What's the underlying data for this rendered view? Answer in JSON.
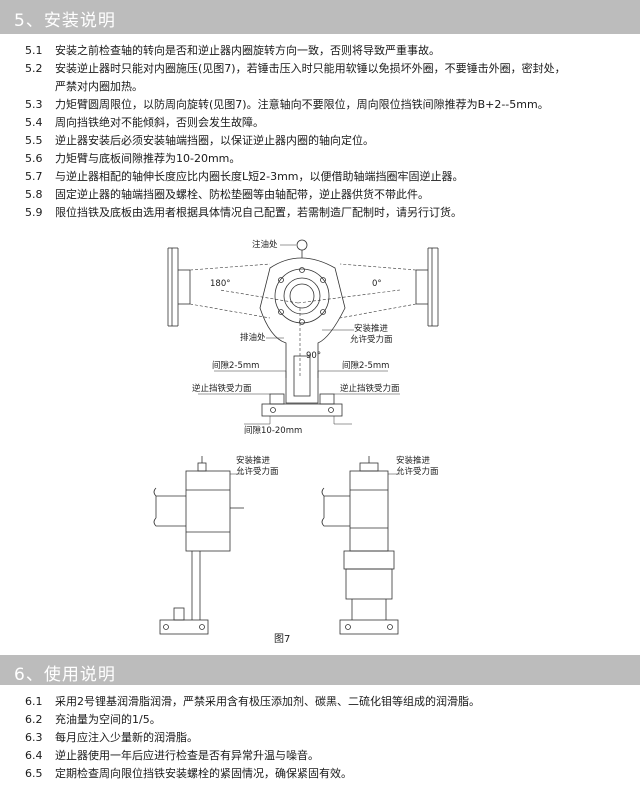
{
  "section5": {
    "title": "5、安装说明",
    "items": [
      {
        "num": "5.1",
        "text": "安装之前检查轴的转向是否和逆止器内圈旋转方向一致，否则将导致严重事故。"
      },
      {
        "num": "5.2",
        "text": "安装逆止器时只能对内圈施压(见图7)，若锤击压入时只能用软锤以免损坏外圈，不要锤击外圈，密封处，",
        "cont": "严禁对内圈加热。"
      },
      {
        "num": "5.3",
        "text": "力矩臂圆周限位，以防周向旋转(见图7)。注意轴向不要限位，周向限位挡铁间隙推荐为B+2--5mm。"
      },
      {
        "num": "5.4",
        "text": "周向挡铁绝对不能倾斜，否则会发生故障。"
      },
      {
        "num": "5.5",
        "text": "逆止器安装后必须安装轴端挡圈，以保证逆止器内圈的轴向定位。"
      },
      {
        "num": "5.6",
        "text": "力矩臂与底板间隙推荐为10-20mm。"
      },
      {
        "num": "5.7",
        "text": "与逆止器相配的轴伸长度应比内圈长度L短2-3mm，以便借助轴端挡圈牢固逆止器。"
      },
      {
        "num": "5.8",
        "text": "固定逆止器的轴端挡圈及螺栓、防松垫圈等由轴配带，逆止器供货不带此件。"
      },
      {
        "num": "5.9",
        "text": "限位挡铁及底板由选用者根据具体情况自己配置，若需制造厂配制时，请另行订货。"
      }
    ]
  },
  "figure": {
    "oil_in": "注油处",
    "oil_out": "排油处",
    "angle_180": "180°",
    "angle_0": "0°",
    "angle_90": "90°",
    "push_line1": "安装推进",
    "push_line2": "允许受力面",
    "gap_left": "间隙2-5mm",
    "gap_right": "间隙2-5mm",
    "stop_left": "逆止挡铁受力面",
    "stop_right": "逆止挡铁受力面",
    "gap_base": "间隙10-20mm",
    "push2_line1": "安装推进",
    "push2_line2": "允许受力面",
    "push3_line1": "安装推进",
    "push3_line2": "允许受力面",
    "caption": "图7"
  },
  "section6": {
    "title": "6、使用说明",
    "items": [
      {
        "num": "6.1",
        "text": "采用2号锂基润滑脂润滑，严禁采用含有极压添加剂、碳黑、二硫化钼等组成的润滑脂。"
      },
      {
        "num": "6.2",
        "text": "充油量为空间的1/5。"
      },
      {
        "num": "6.3",
        "text": "每月应注入少量新的润滑脂。"
      },
      {
        "num": "6.4",
        "text": "逆止器使用一年后应进行检查是否有异常升温与噪音。"
      },
      {
        "num": "6.5",
        "text": "定期检查周向限位挡铁安装螺栓的紧固情况，确保紧固有效。"
      }
    ]
  }
}
